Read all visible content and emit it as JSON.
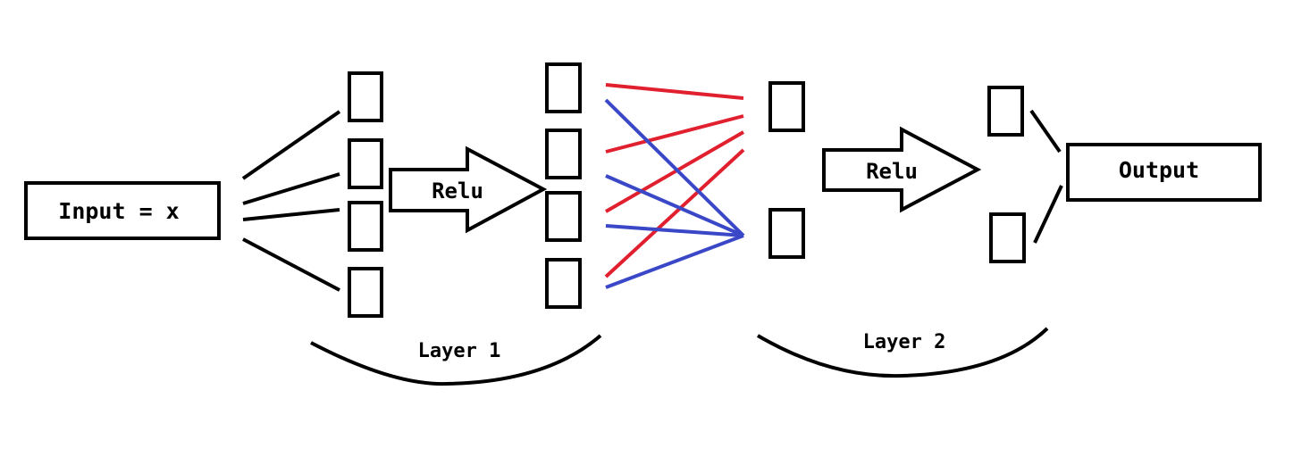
{
  "labels": {
    "input": "Input = x",
    "relu_1": "Relu",
    "relu_2": "Relu",
    "output": "Output",
    "layer_1": "Layer 1",
    "layer_2": "Layer 2"
  },
  "colors": {
    "stroke": "#000000",
    "red_edges": "#e0202e",
    "blue_edges": "#3a48c8",
    "background": "#ffffff"
  },
  "layers": {
    "layer_1_input_nodes": 4,
    "layer_1_output_nodes": 4,
    "layer_2_input_nodes": 2,
    "layer_2_output_nodes": 2
  }
}
